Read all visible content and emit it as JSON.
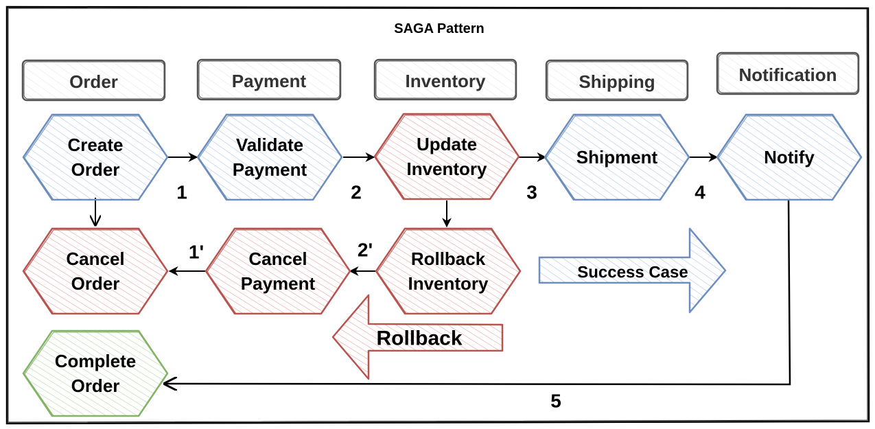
{
  "title": "SAGA Pattern",
  "colors": {
    "blue_stroke": "#6c8ebf",
    "blue_fill": "#dae8fc",
    "red_stroke": "#b85450",
    "red_fill": "#f8cecc",
    "green_stroke": "#82b366",
    "green_fill": "#d5e8d4",
    "header_stroke": "#555555",
    "text": "#000000"
  },
  "services": [
    {
      "id": "order",
      "label": "Order"
    },
    {
      "id": "payment",
      "label": "Payment"
    },
    {
      "id": "inventory",
      "label": "Inventory"
    },
    {
      "id": "shipping",
      "label": "Shipping"
    },
    {
      "id": "notification",
      "label": "Notification"
    }
  ],
  "steps": [
    {
      "id": "create-order",
      "line1": "Create",
      "line2": "Order",
      "status": "success"
    },
    {
      "id": "validate-payment",
      "line1": "Validate",
      "line2": "Payment",
      "status": "success"
    },
    {
      "id": "update-inventory",
      "line1": "Update",
      "line2": "Inventory",
      "status": "failure"
    },
    {
      "id": "shipment",
      "line1": "Shipment",
      "line2": "",
      "status": "success"
    },
    {
      "id": "notify",
      "line1": "Notify",
      "line2": "",
      "status": "success"
    }
  ],
  "compensations": [
    {
      "id": "cancel-order",
      "line1": "Cancel",
      "line2": "Order"
    },
    {
      "id": "cancel-payment",
      "line1": "Cancel",
      "line2": "Payment"
    },
    {
      "id": "rollback-inventory",
      "line1": "Rollback",
      "line2": "Inventory"
    }
  ],
  "completion": {
    "id": "complete-order",
    "line1": "Complete",
    "line2": "Order"
  },
  "edge_labels": {
    "step1": "1",
    "step2": "2",
    "step3": "3",
    "step4": "4",
    "step5": "5",
    "comp1": "1'",
    "comp2": "2'"
  },
  "legend": {
    "success": "Success Case",
    "rollback": "Rollback"
  }
}
